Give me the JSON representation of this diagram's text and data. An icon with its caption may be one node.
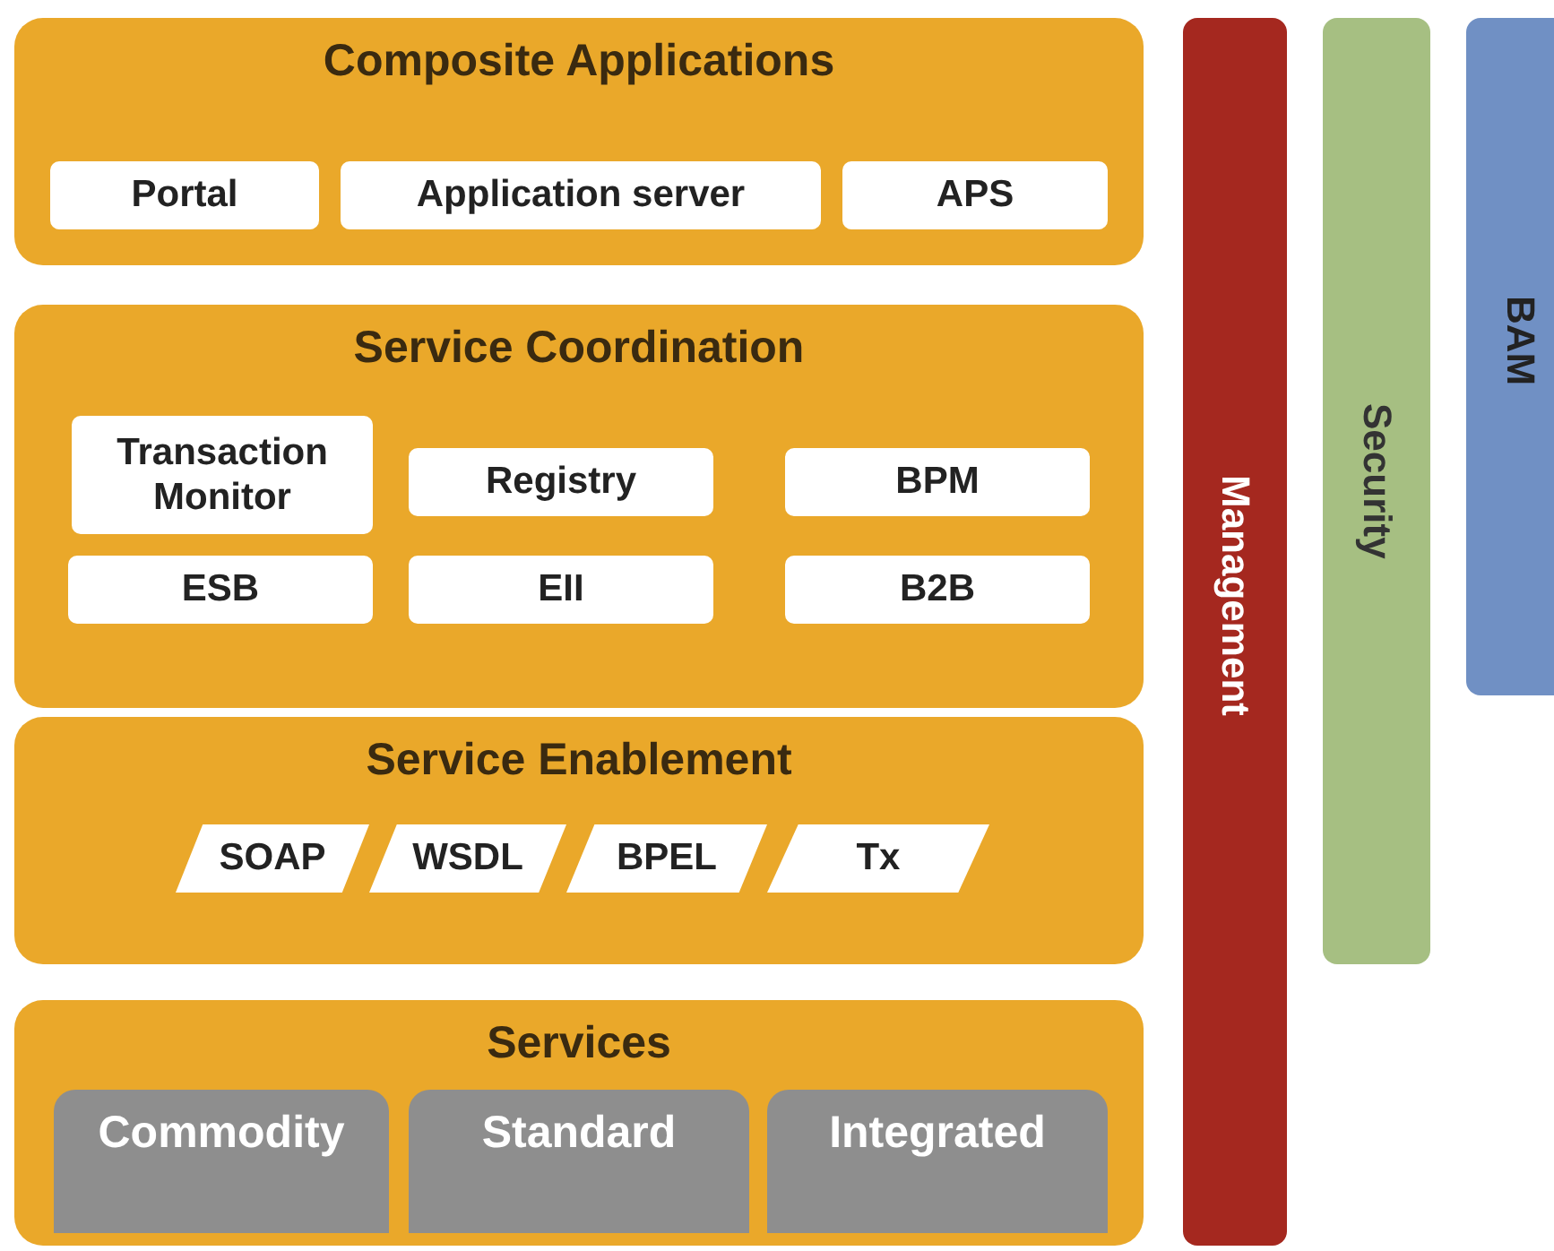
{
  "diagram": {
    "nodes": [
      {
        "text": [
          "Composite Applications"
        ]
      },
      {
        "text": [
          "Portal"
        ],
        "in": 0
      },
      {
        "text": [
          "Application server"
        ],
        "in": 0
      },
      {
        "text": [
          "APS"
        ],
        "in": 0
      },
      {
        "text": [
          "Service Coordination"
        ]
      },
      {
        "text": [
          "Transaction Monitor"
        ],
        "in": 4
      },
      {
        "text": [
          "Registry"
        ],
        "in": 4
      },
      {
        "text": [
          "BPM"
        ],
        "in": 4
      },
      {
        "text": [
          "ESB"
        ],
        "in": 4
      },
      {
        "text": [
          "EII"
        ],
        "in": 4
      },
      {
        "text": [
          "B2B"
        ],
        "in": 4
      },
      {
        "text": [
          "Service Enablement"
        ]
      },
      {
        "text": [
          "SOAP"
        ],
        "in": 11
      },
      {
        "text": [
          "WSDL"
        ],
        "in": 11
      },
      {
        "text": [
          "BPEL"
        ],
        "in": 11
      },
      {
        "text": [
          "Tx"
        ],
        "in": 11
      },
      {
        "text": [
          "Services"
        ]
      },
      {
        "text": [
          "Commodity"
        ],
        "in": 16
      },
      {
        "text": [
          "Standard"
        ],
        "in": 16
      },
      {
        "text": [
          "Integrated"
        ],
        "in": 16
      },
      {
        "text": [
          "Management"
        ]
      },
      {
        "text": [
          "Security"
        ]
      },
      {
        "text": [
          "BAM"
        ]
      }
    ]
  }
}
